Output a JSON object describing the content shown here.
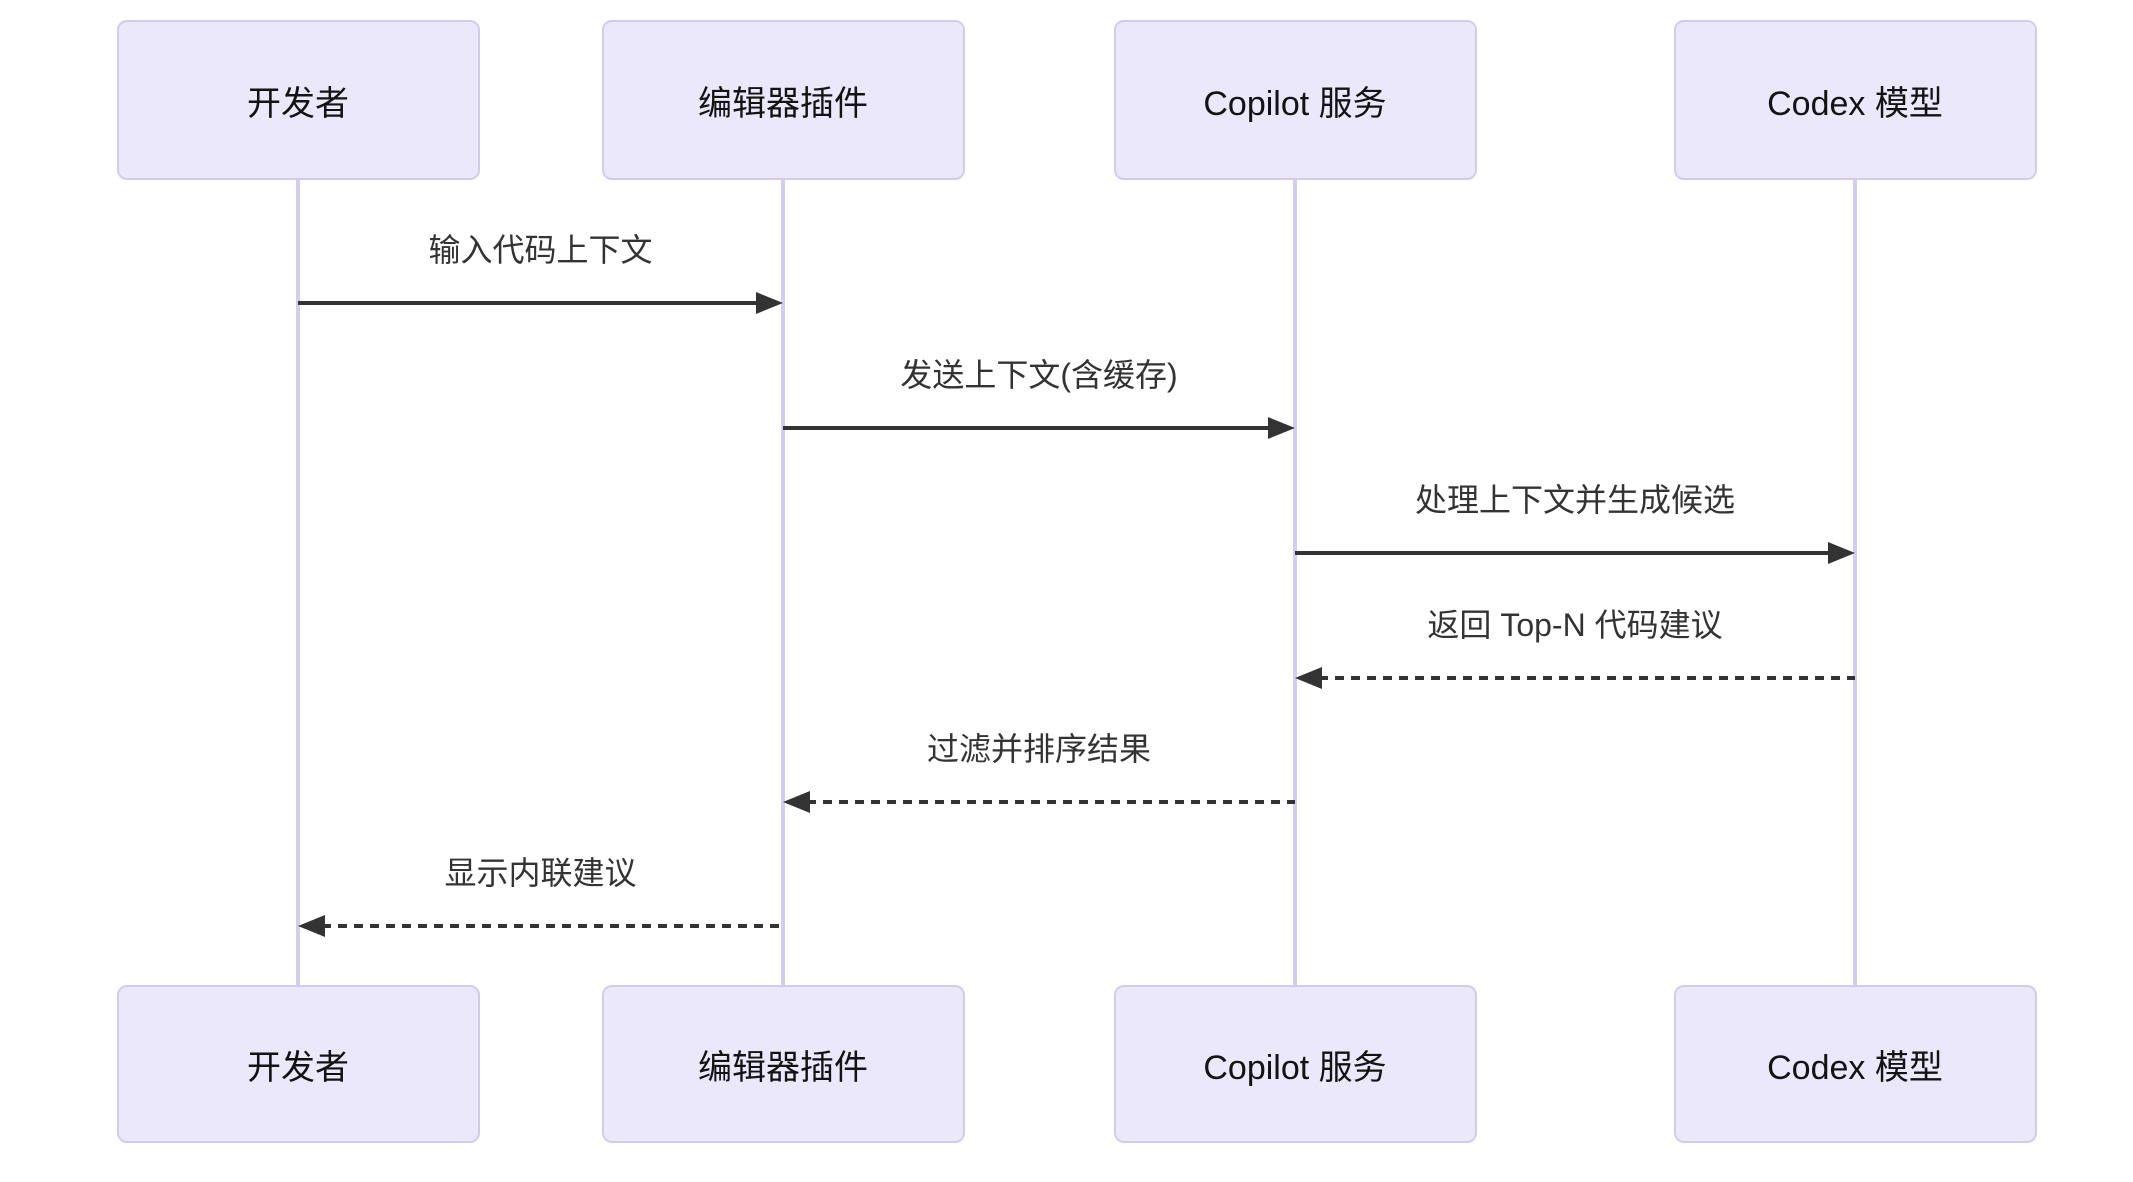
{
  "diagram": {
    "type": "sequence-diagram",
    "actors": [
      {
        "id": "developer",
        "label": "开发者"
      },
      {
        "id": "editor-plugin",
        "label": "编辑器插件"
      },
      {
        "id": "copilot-service",
        "label": "Copilot 服务"
      },
      {
        "id": "codex-model",
        "label": "Codex 模型"
      }
    ],
    "messages": [
      {
        "from": "developer",
        "to": "editor-plugin",
        "label": "输入代码上下文",
        "style": "solid"
      },
      {
        "from": "editor-plugin",
        "to": "copilot-service",
        "label": "发送上下文(含缓存)",
        "style": "solid"
      },
      {
        "from": "copilot-service",
        "to": "codex-model",
        "label": "处理上下文并生成候选",
        "style": "solid"
      },
      {
        "from": "codex-model",
        "to": "copilot-service",
        "label": "返回 Top-N 代码建议",
        "style": "dashed"
      },
      {
        "from": "copilot-service",
        "to": "editor-plugin",
        "label": "过滤并排序结果",
        "style": "dashed"
      },
      {
        "from": "editor-plugin",
        "to": "developer",
        "label": "显示内联建议",
        "style": "dashed"
      }
    ],
    "colors": {
      "background": "#ffffff",
      "actor_fill": "#eae8fa",
      "actor_border": "#d4cbec",
      "actor_text": "#131313",
      "lifeline": "#d6ccf0",
      "message_line": "#333333",
      "message_text": "#333333"
    }
  }
}
